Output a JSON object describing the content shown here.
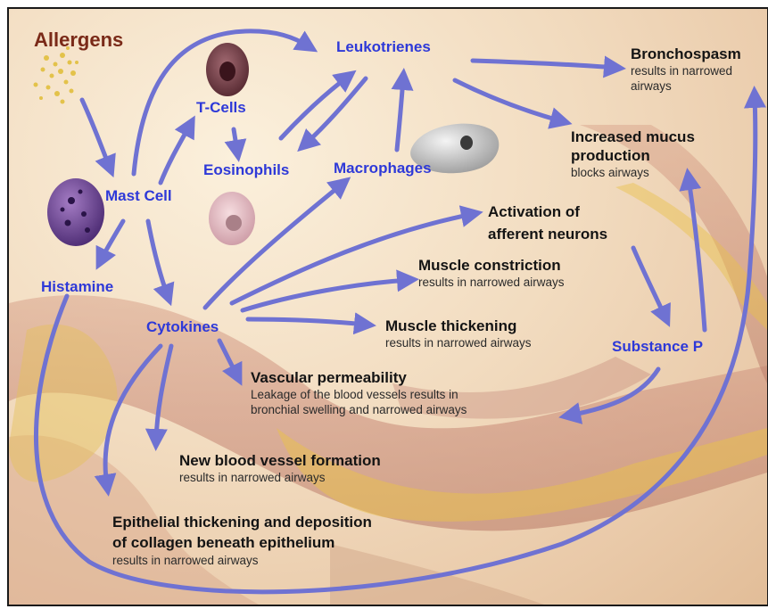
{
  "title": "Allergens",
  "mediators": {
    "mast_cell": "Mast Cell",
    "t_cells": "T-Cells",
    "eosinophils": "Eosinophils",
    "leukotrienes": "Leukotrienes",
    "macrophages": "Macrophages",
    "histamine": "Histamine",
    "cytokines": "Cytokines",
    "substance_p": "Substance P"
  },
  "effects": {
    "bronchospasm": {
      "title": "Bronchospasm",
      "desc": "results in narrowed airways"
    },
    "mucus": {
      "title_line1": "Increased mucus",
      "title_line2": "production",
      "desc": "blocks airways"
    },
    "afferent": {
      "title_line1": "Activation of",
      "title_line2": "afferent neurons"
    },
    "constriction": {
      "title": "Muscle constriction",
      "desc": "results in narrowed airways"
    },
    "thickening": {
      "title": "Muscle thickening",
      "desc": "results in narrowed airways"
    },
    "vascular": {
      "title": "Vascular permeability",
      "desc_line1": "Leakage of the blood vessels results in",
      "desc_line2": "bronchial swelling and narrowed airways"
    },
    "vessel": {
      "title": "New blood vessel formation",
      "desc": "results in narrowed airways"
    },
    "epithelial": {
      "title_line1": "Epithelial thickening and deposition",
      "title_line2": "of collagen beneath epithelium",
      "desc": "results in narrowed airways"
    }
  },
  "colors": {
    "arrow": "#6f72d2",
    "mediator_text": "#2e39d8",
    "effect_text": "#141414",
    "allergen_text": "#7a2a18"
  }
}
